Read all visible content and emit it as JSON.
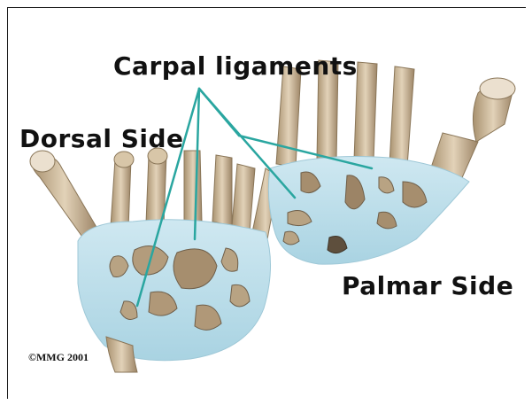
{
  "labels": {
    "carpal_ligaments": "Carpal ligaments",
    "dorsal_side": "Dorsal Side",
    "palmar_side": "Palmar Side",
    "copyright": "©MMG 2001"
  },
  "colors": {
    "background": "#ffffff",
    "ligament_blue": "#bfe0ec",
    "bone_tan": "#cbb393",
    "bone_dark": "#7a6a55",
    "pointer_teal": "#2aa6a0"
  }
}
